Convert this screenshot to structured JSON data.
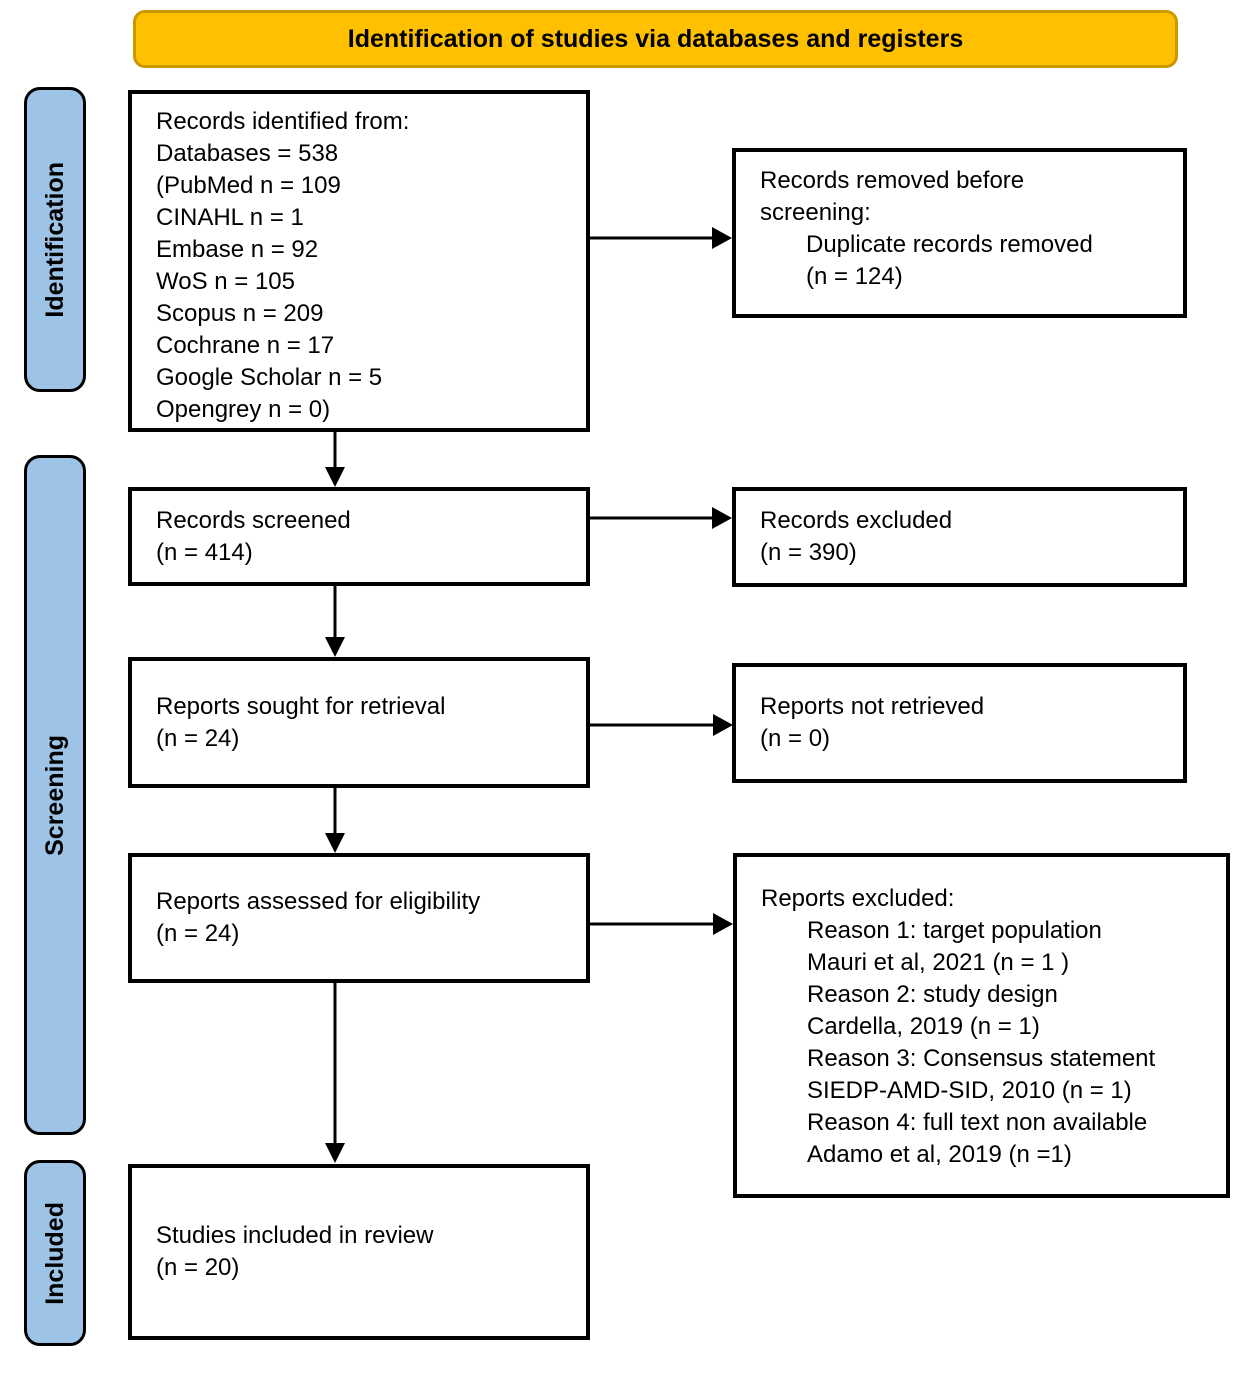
{
  "banner": {
    "title": "Identification of studies via databases and registers"
  },
  "stages": {
    "identification": "Identification",
    "screening": "Screening",
    "included": "Included"
  },
  "boxes": {
    "records_identified": {
      "lines": [
        "Records identified from:",
        "Databases = 538",
        "(PubMed n = 109",
        "CINAHL n = 1",
        "Embase n = 92",
        "WoS n = 105",
        "Scopus n = 209",
        "Cochrane n = 17",
        "Google Scholar n = 5",
        "Opengrey n = 0)"
      ]
    },
    "records_removed": {
      "lines": [
        "Records removed before",
        "screening:"
      ],
      "indented": [
        "Duplicate records removed",
        "(n = 124)"
      ]
    },
    "records_screened": {
      "lines": [
        "Records screened",
        "(n = 414)"
      ]
    },
    "records_excluded": {
      "lines": [
        "Records excluded",
        "(n = 390)"
      ]
    },
    "reports_sought": {
      "lines": [
        "Reports sought for retrieval",
        "(n = 24)"
      ]
    },
    "reports_not_retrieved": {
      "lines": [
        "Reports not retrieved",
        "(n = 0)"
      ]
    },
    "reports_assessed": {
      "lines": [
        "Reports assessed for eligibility",
        "(n = 24)"
      ]
    },
    "reports_excluded": {
      "lines": [
        "Reports excluded:"
      ],
      "indented": [
        "Reason 1: target population",
        "Mauri et al, 2021 (n = 1 )",
        "Reason 2: study design",
        "Cardella, 2019 (n = 1)",
        "Reason 3: Consensus statement",
        "SIEDP-AMD-SID, 2010 (n = 1)",
        "Reason 4: full text non available",
        "Adamo et al, 2019 (n =1)"
      ]
    },
    "studies_included": {
      "lines": [
        "Studies included in review",
        "(n = 20)"
      ]
    }
  },
  "colors": {
    "banner_fill": "#FFC000",
    "banner_border": "#CB9800",
    "stage_fill": "#9DC3E6",
    "box_border": "#000000",
    "arrow": "#000000",
    "text": "#000000"
  }
}
